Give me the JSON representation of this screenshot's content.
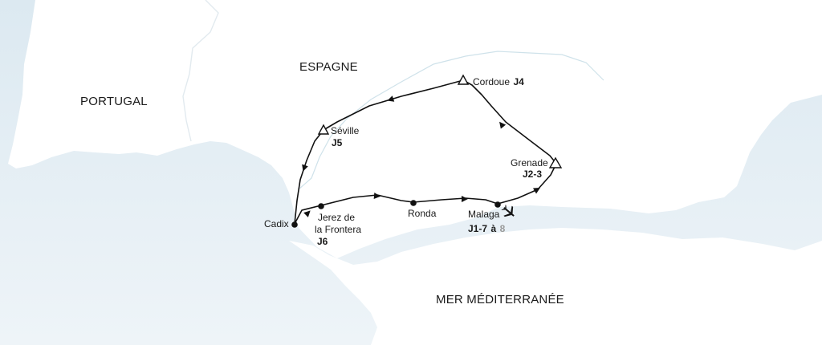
{
  "map": {
    "colors": {
      "sea": "#e6f0f6",
      "land": "#ffffff",
      "route": "#111111",
      "river": "#cfe2ea",
      "border": "#e8eef2"
    },
    "regions": {
      "portugal": "PORTUGAL",
      "espagne": "ESPAGNE",
      "mer": "MER MÉDITERRANÉE"
    },
    "cities": {
      "cordoue": {
        "name": "Cordoue",
        "day": "J4",
        "marker": "triangle"
      },
      "seville": {
        "name": "Séville",
        "day": "J5",
        "marker": "triangle"
      },
      "grenade": {
        "name": "Grenade",
        "day": "J2-3",
        "marker": "triangle"
      },
      "cadix": {
        "name": "Cadix",
        "marker": "dot"
      },
      "jerez": {
        "name_line1": "Jerez de",
        "name_line2": "la Frontera",
        "day": "J6",
        "marker": "dot"
      },
      "ronda": {
        "name": "Ronda",
        "marker": "dot"
      },
      "malaga": {
        "name": "Malaga",
        "day_main": "J1-7",
        "day_sep": "à",
        "day_end": "8",
        "marker": "dot"
      }
    },
    "icons": {
      "airport": "airplane-icon",
      "stop": "triangle-marker",
      "city": "dot-marker",
      "direction": "arrowhead-icon"
    }
  }
}
